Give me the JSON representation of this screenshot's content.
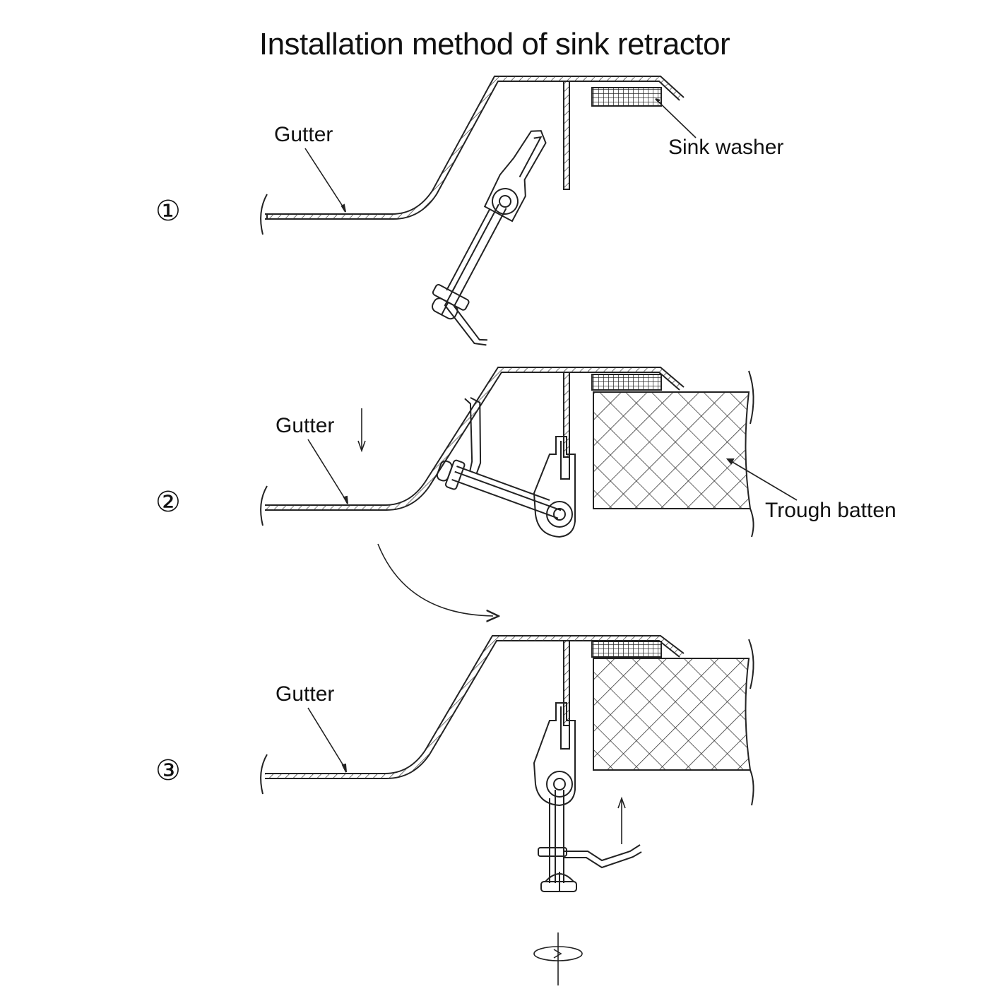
{
  "title": "Installation method of sink retractor",
  "steps": [
    "①",
    "②",
    "③"
  ],
  "labels": {
    "gutter": "Gutter",
    "sink_washer": "Sink washer",
    "trough_batten": "Trough batten"
  },
  "colors": {
    "ink": "#222222",
    "background": "#ffffff"
  }
}
